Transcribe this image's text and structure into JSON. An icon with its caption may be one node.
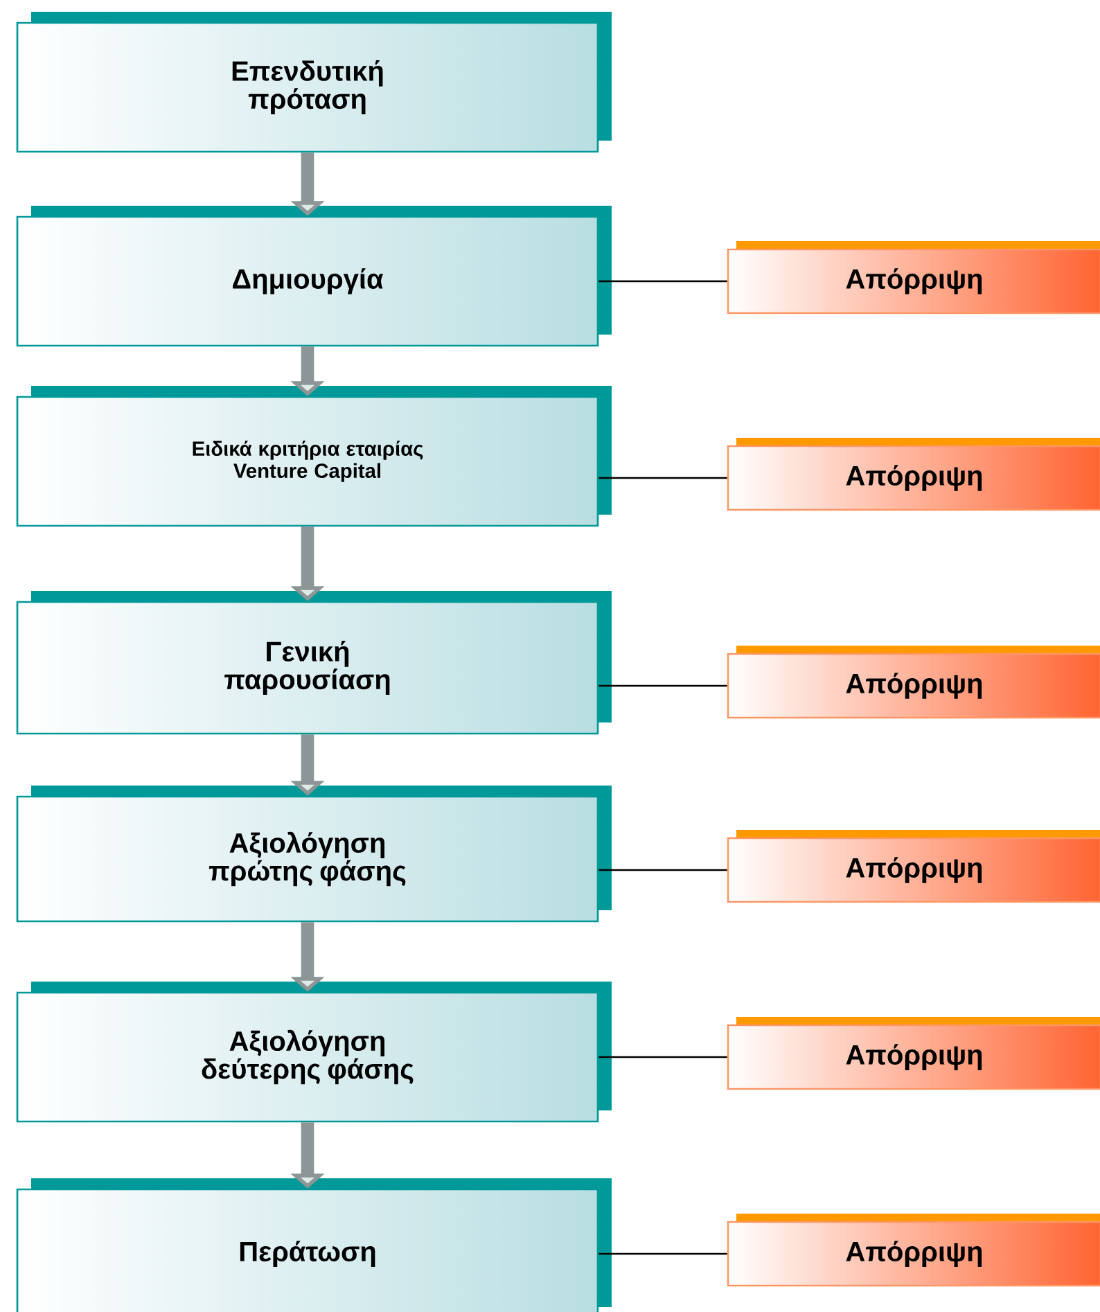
{
  "diagram": {
    "nodes": [
      {
        "text": [
          "Επενδυτική πρόταση"
        ]
      },
      {
        "text": [
          "Δημιουργία"
        ]
      },
      {
        "text": [
          "Ειδικά κριτήρια εταιρίας Venture Capital"
        ]
      },
      {
        "text": [
          "Γενική παρουσίαση"
        ]
      },
      {
        "text": [
          "Αξιολόγηση πρώτης φάσης"
        ]
      },
      {
        "text": [
          "Αξιολόγηση δεύτερης φάσης"
        ]
      },
      {
        "text": [
          "Περάτωση"
        ]
      },
      {
        "text": [
          "Απόρριψη"
        ]
      },
      {
        "text": [
          "Απόρριψη"
        ]
      },
      {
        "text": [
          "Απόρριψη"
        ]
      },
      {
        "text": [
          "Απόρριψη"
        ]
      },
      {
        "text": [
          "Απόρριψη"
        ]
      },
      {
        "text": [
          "Απόρριψη"
        ]
      }
    ],
    "edges": [
      {
        "from": 0,
        "to": 1,
        "arrow": "to",
        "style": "thick",
        "color": "#8c9696"
      },
      {
        "from": 1,
        "to": 2,
        "arrow": "to",
        "style": "thick",
        "color": "#8c9696"
      },
      {
        "from": 2,
        "to": 3,
        "arrow": "to",
        "style": "thick",
        "color": "#8c9696"
      },
      {
        "from": 3,
        "to": 4,
        "arrow": "to",
        "style": "thick",
        "color": "#8c9696"
      },
      {
        "from": 4,
        "to": 5,
        "arrow": "to",
        "style": "thick",
        "color": "#8c9696"
      },
      {
        "from": 5,
        "to": 6,
        "arrow": "to",
        "style": "thick",
        "color": "#8c9696"
      },
      {
        "from": 1,
        "to": 7,
        "arrow": "none",
        "color": "#000000"
      },
      {
        "from": 2,
        "to": 8,
        "arrow": "none",
        "color": "#000000"
      },
      {
        "from": 3,
        "to": 9,
        "arrow": "none",
        "color": "#000000"
      },
      {
        "from": 4,
        "to": 10,
        "arrow": "none",
        "color": "#000000"
      },
      {
        "from": 5,
        "to": 11,
        "arrow": "none",
        "color": "#000000"
      },
      {
        "from": 6,
        "to": 12,
        "arrow": "none",
        "color": "#000000"
      }
    ]
  }
}
